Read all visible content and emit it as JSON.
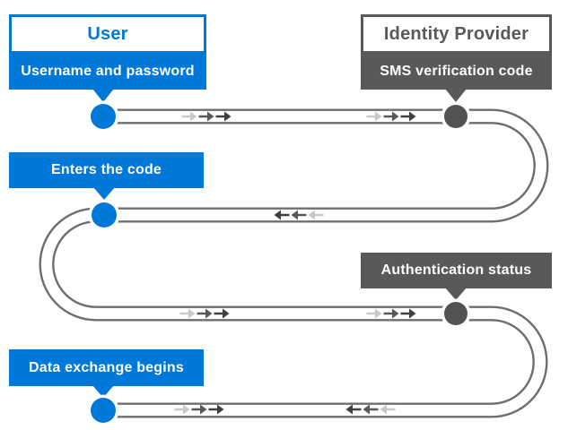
{
  "colors": {
    "user_blue": "#0078D7",
    "provider_gray": "#58595B",
    "node_gray": "#515254",
    "track_gray": "#6D6E71",
    "arrow_light": "#C8C9CB",
    "arrow_mid": "#595959",
    "arrow_dark": "#3F4041"
  },
  "actors": {
    "user": {
      "label": "User",
      "color": "user_blue"
    },
    "identity_provider": {
      "label": "Identity Provider",
      "color": "provider_gray"
    }
  },
  "callouts": {
    "username_password": {
      "label": "Username and password",
      "actor": "user"
    },
    "sms_code": {
      "label": "SMS verification code",
      "actor": "identity_provider"
    },
    "enters_code": {
      "label": "Enters the code",
      "actor": "user"
    },
    "auth_status": {
      "label": "Authentication status",
      "actor": "identity_provider"
    },
    "data_exchange": {
      "label": "Data exchange begins",
      "actor": "user"
    }
  },
  "flow": {
    "type": "serpentine-track",
    "rows": 4,
    "legs": [
      {
        "row": 1,
        "arrows": [
          "right",
          "right"
        ]
      },
      {
        "row": 2,
        "arrows": [
          "left"
        ]
      },
      {
        "row": 3,
        "arrows": [
          "right",
          "right"
        ]
      },
      {
        "row": 4,
        "arrows": [
          "right",
          "left"
        ]
      }
    ],
    "nodes": [
      {
        "actor": "user",
        "row": 1
      },
      {
        "actor": "identity_provider",
        "row": 1
      },
      {
        "actor": "user",
        "row": 2
      },
      {
        "actor": "identity_provider",
        "row": 3
      },
      {
        "actor": "user",
        "row": 4
      }
    ]
  }
}
